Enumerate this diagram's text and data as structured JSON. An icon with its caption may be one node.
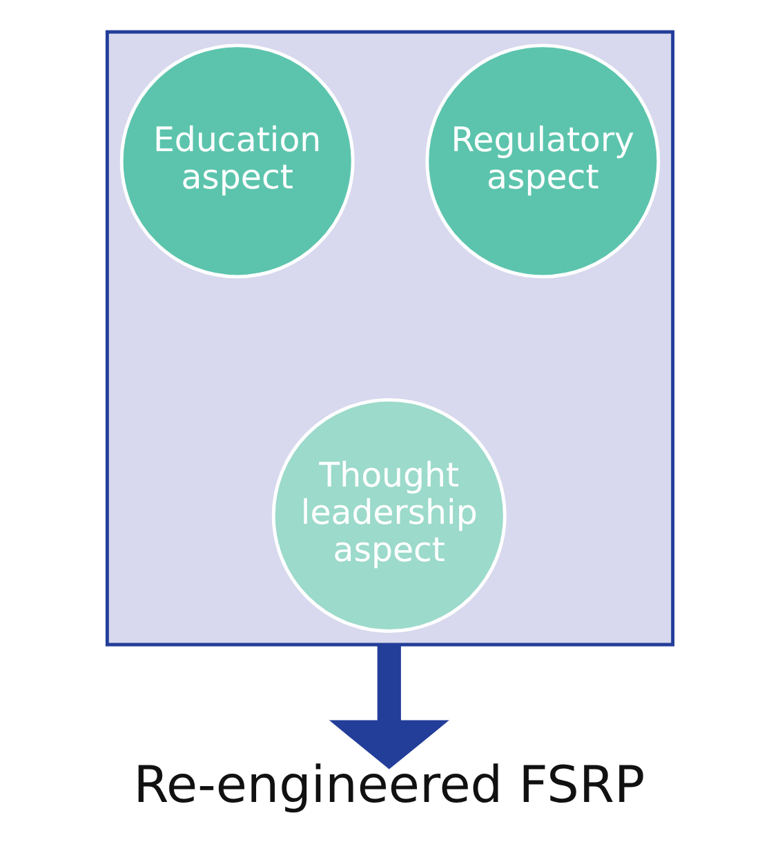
{
  "diagram": {
    "nodes": [
      {
        "text": [],
        "shape": "funnel"
      },
      {
        "text": [
          "Education aspect"
        ],
        "in": 0
      },
      {
        "text": [
          "Regulatory aspect"
        ],
        "in": 0
      },
      {
        "text": [
          "Thought leadership aspect"
        ],
        "in": 0
      },
      {
        "text": [
          "Re-engineered FSRP"
        ]
      }
    ],
    "edges": [
      {
        "from": 0,
        "to": 4,
        "arrow": "to",
        "color": "#233e99"
      }
    ]
  }
}
